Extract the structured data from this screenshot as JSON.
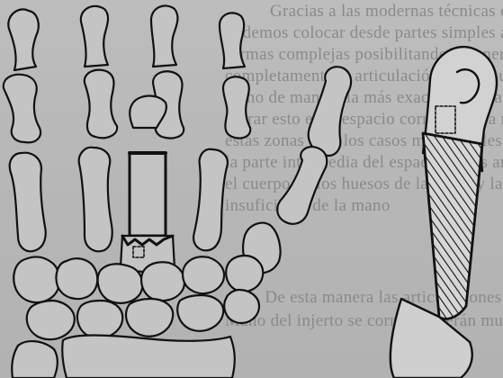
{
  "background_text": {
    "lines": [
      "Gracias a las modernas técnicas de microcirugía",
      "podemos colocar desde partes simples a complejas,",
      "formas complejas posibilitando obtener y reconstruir",
      "completamente la articulación de los huesos de la",
      "mano de manera la más exacta y aplicable. Para",
      "lograr esto es el espacio correcto de la mayoría de",
      "estas zonas y de los casos más difíciles por ejemplo",
      "la parte intermedia del espacio de las articulaciones",
      "el cuerpo de los huesos de la mano y las partes de",
      "insuficiente de la mano",
      "sitio. De esta manera las articulaciones de la",
      "Mano del injerto se corresponderán muy exactamente"
    ]
  },
  "colors": {
    "paper": "#b9b9b9",
    "ink": "#111111",
    "bone_fill": "#c4c4c4",
    "text_faint": "#8a8a8a"
  },
  "figures": {
    "left": "hand-skeleton-with-metacarpal-graft",
    "right": "bone-segment-with-hatched-graft"
  }
}
